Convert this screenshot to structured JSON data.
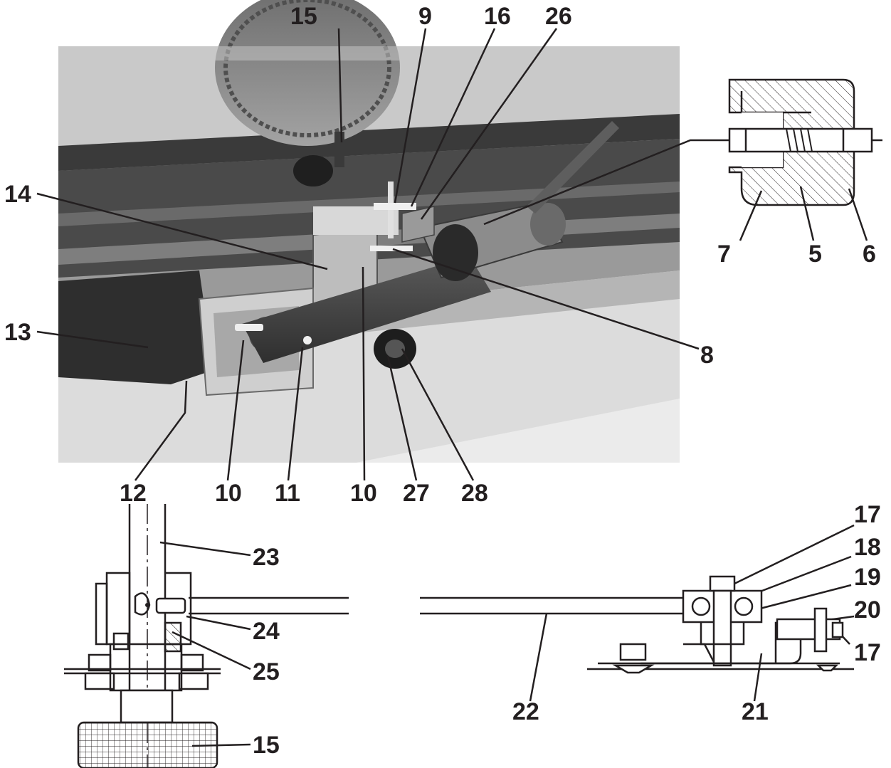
{
  "colors": {
    "ink": "#231f20",
    "photo_bg": "#8a8a8a",
    "photo_light": "#d6d6d6",
    "photo_dark": "#2e2e2e",
    "hatch": "#231f20"
  },
  "callouts": {
    "c15_top": "15",
    "c9": "9",
    "c16": "16",
    "c26": "26",
    "c14": "14",
    "c13": "13",
    "c8": "8",
    "c12": "12",
    "c10_left": "10",
    "c11": "11",
    "c10_right": "10",
    "c27": "27",
    "c28": "28",
    "c7": "7",
    "c5": "5",
    "c6": "6",
    "c23": "23",
    "c24": "24",
    "c25": "25",
    "c15_bottom": "15",
    "c22": "22",
    "c17_top": "17",
    "c18": "18",
    "c19": "19",
    "c20": "20",
    "c17_right": "17",
    "c21": "21"
  }
}
